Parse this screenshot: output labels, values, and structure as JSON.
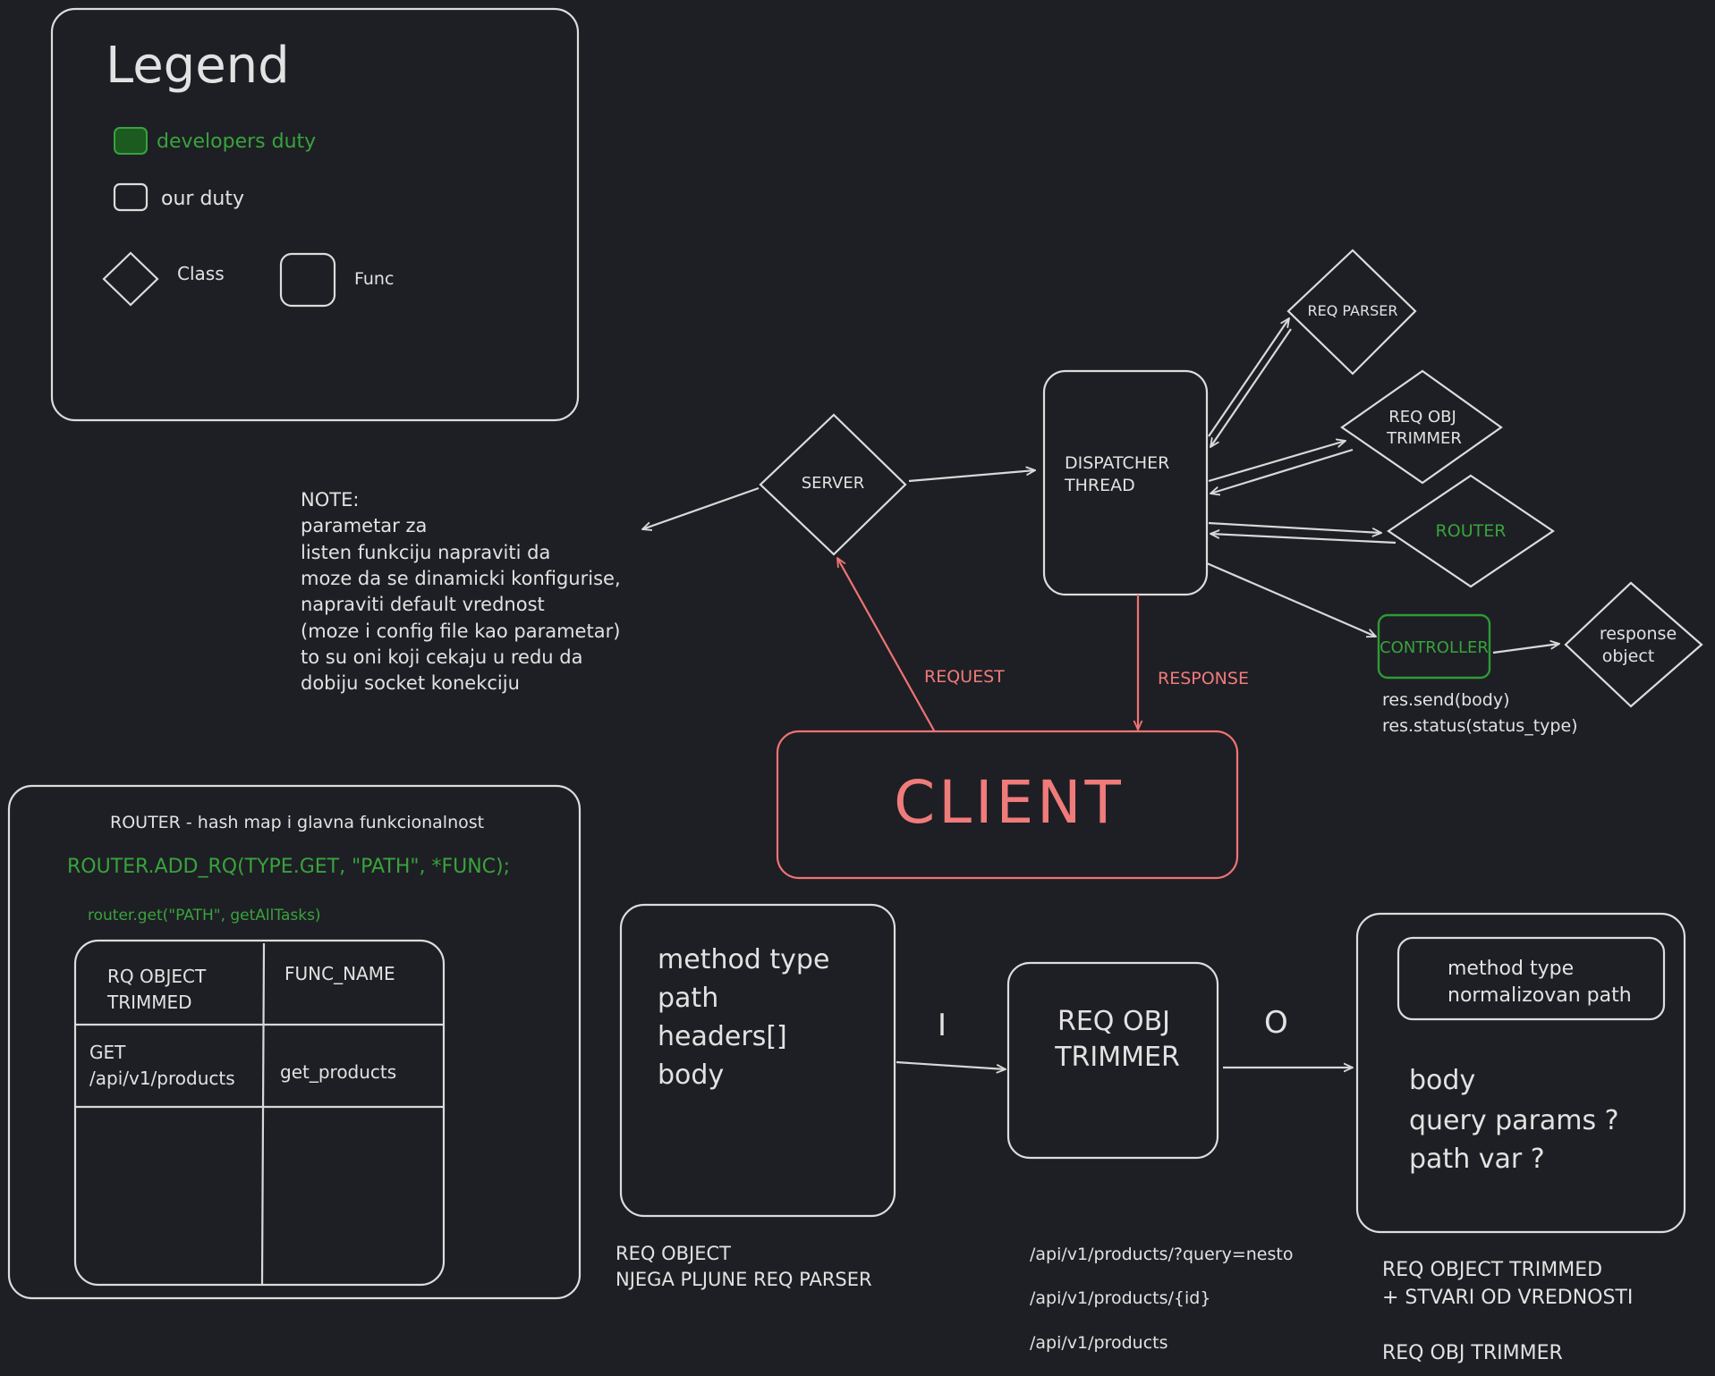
{
  "legend": {
    "title": "Legend",
    "items": [
      {
        "label": "developers duty",
        "color": "#38a33d"
      },
      {
        "label": "our duty"
      },
      {
        "label": "Class"
      },
      {
        "label": "Func"
      }
    ]
  },
  "note": {
    "lines": [
      "NOTE:",
      "parametar za",
      "listen funkciju napraviti da",
      "moze da se dinamicki konfigurise,",
      "napraviti default vrednost",
      "(moze i config file kao parametar)",
      "to su oni koji cekaju u redu da",
      "dobiju socket konekciju"
    ]
  },
  "nodes": {
    "server": "SERVER",
    "dispatcher": [
      "DISPATCHER",
      "THREAD"
    ],
    "req_parser": "REQ PARSER",
    "req_obj_trimmer": [
      "REQ OBJ",
      "TRIMMER"
    ],
    "router": "ROUTER",
    "controller": "CONTROLLER",
    "response_object": [
      "response",
      "object"
    ],
    "client": "CLIENT"
  },
  "labels": {
    "request": "REQUEST",
    "response": "RESPONSE",
    "controller_methods": [
      "res.send(body)",
      "res.status(status_type)"
    ]
  },
  "router_panel": {
    "title": "ROUTER - hash map i glavna funkcionalnost",
    "code1": "ROUTER.ADD_RQ(TYPE.GET, \"PATH\", *FUNC);",
    "code2": "router.get(\"PATH\", getAllTasks)",
    "table": {
      "headers": [
        [
          "RQ OBJECT",
          "TRIMMED"
        ],
        [
          "FUNC_NAME"
        ]
      ],
      "rows": [
        [
          [
            "GET",
            "/api/v1/products"
          ],
          [
            "get_products"
          ]
        ]
      ]
    }
  },
  "flow": {
    "req_object_fields": [
      "method type",
      "path",
      "headers[]",
      "body"
    ],
    "req_object_caption": [
      "REQ OBJECT",
      "NJEGA PLJUNE REQ PARSER"
    ],
    "input_label": "I",
    "output_label": "O",
    "trimmer": [
      "REQ OBJ",
      "TRIMMER"
    ],
    "paths": [
      "/api/v1/products/?query=nesto",
      "/api/v1/products/{id}",
      "/api/v1/products"
    ],
    "trimmed_inner": [
      "method type",
      "normalizovan path"
    ],
    "trimmed_fields": [
      "body",
      "query params ?",
      "path var ?"
    ],
    "trimmed_caption": [
      "REQ OBJECT TRIMMED",
      "+ STVARI OD VREDNOSTI",
      "",
      "REQ OBJ TRIMMER"
    ]
  },
  "colors": {
    "background": "#1e1f24",
    "stroke": "#dcdcdc",
    "green": "#38a33d",
    "red": "#f07b7b"
  }
}
